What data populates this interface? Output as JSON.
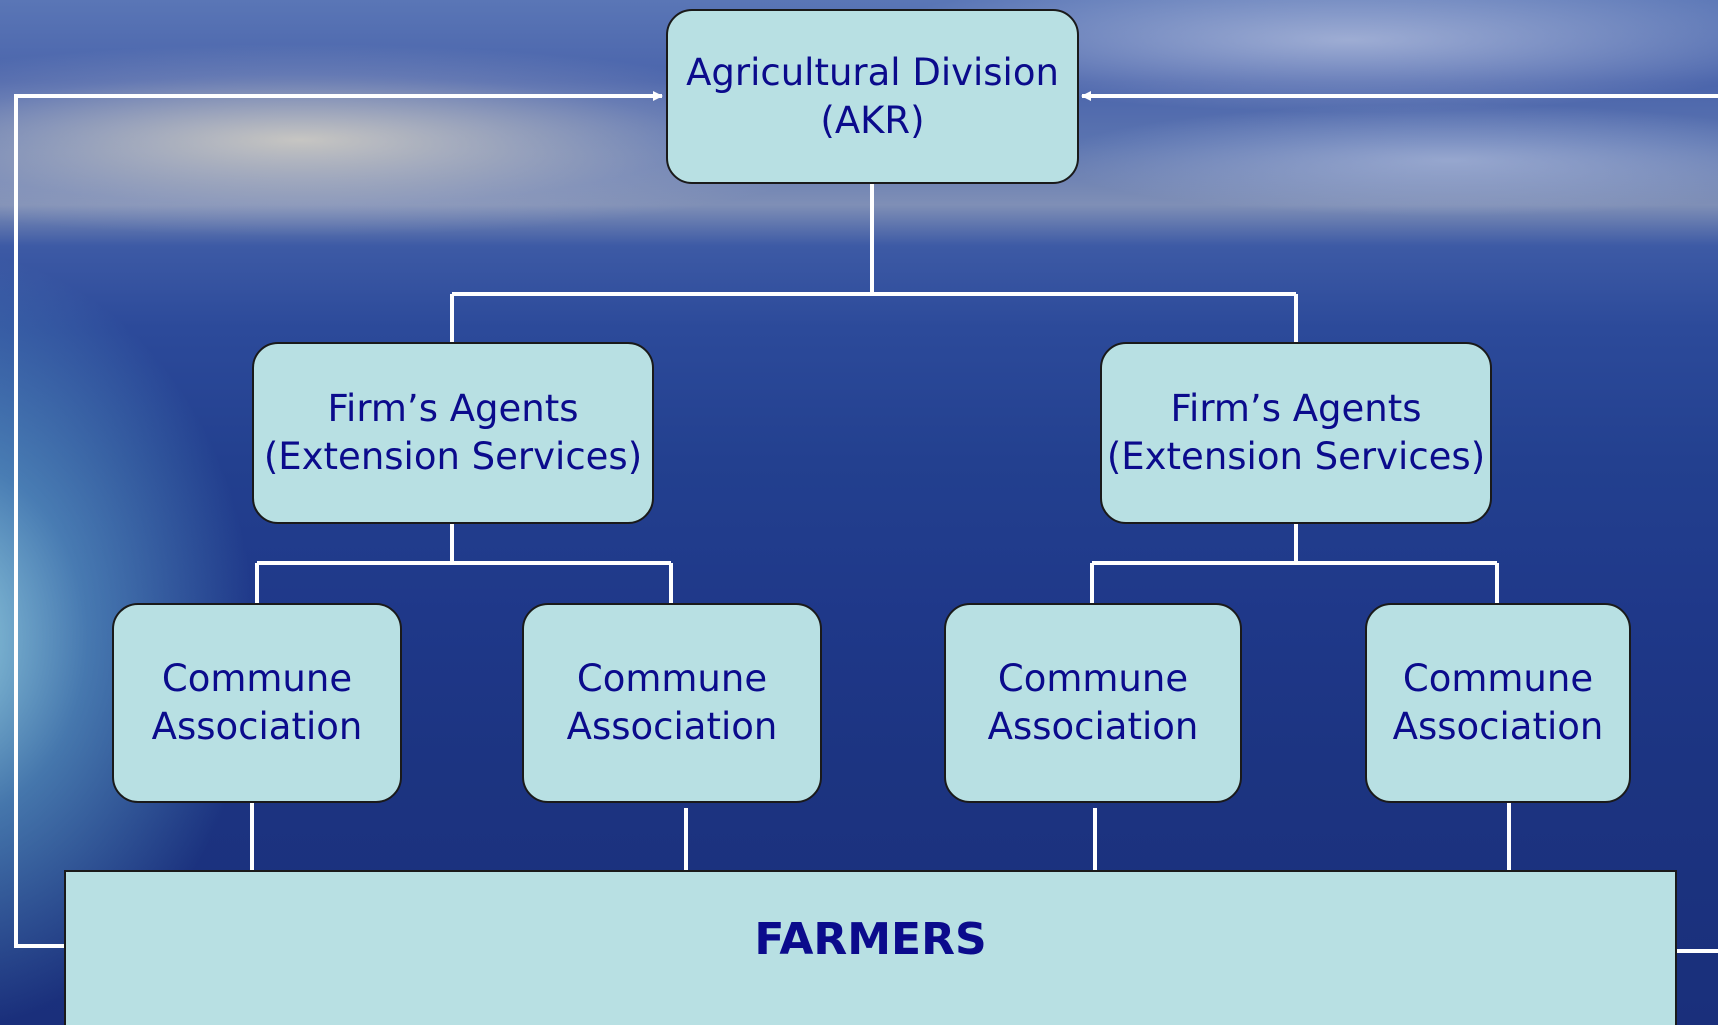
{
  "top_node": {
    "line1": "Agricultural Division",
    "line2": "(AKR)"
  },
  "agents": [
    {
      "line1": "Firm’s Agents",
      "line2": "(Extension Services)"
    },
    {
      "line1": "Firm’s Agents",
      "line2": "(Extension Services)"
    }
  ],
  "communes": [
    {
      "line1": "Commune",
      "line2": "Association"
    },
    {
      "line1": "Commune",
      "line2": "Association"
    },
    {
      "line1": "Commune",
      "line2": "Association"
    },
    {
      "line1": "Commune",
      "line2": "Association"
    }
  ],
  "farmers": {
    "label": "FARMERS"
  },
  "colors": {
    "box_fill": "#b8e0e3",
    "text": "#0b0b8c",
    "connector": "#ffffff"
  }
}
